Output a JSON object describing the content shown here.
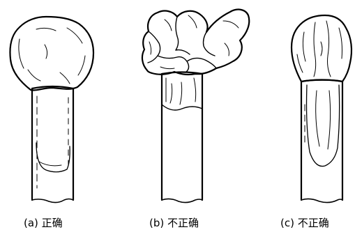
{
  "panels": [
    {
      "id": "a",
      "caption": "(a) 正确"
    },
    {
      "id": "b",
      "caption": "(b) 不正确"
    },
    {
      "id": "c",
      "caption": "(c) 不正确"
    }
  ],
  "colors": {
    "background": "#ffffff",
    "ink": "#000000"
  }
}
